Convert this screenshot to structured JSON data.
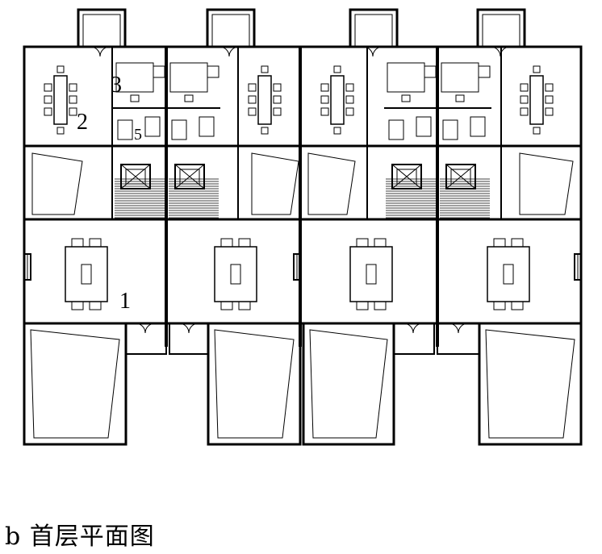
{
  "labels": {
    "l1": "1",
    "l2": "2",
    "l3": "3",
    "l5": "5"
  },
  "caption": "b 首层平面图",
  "colors": {
    "line": "#000000",
    "paper": "#ffffff"
  }
}
